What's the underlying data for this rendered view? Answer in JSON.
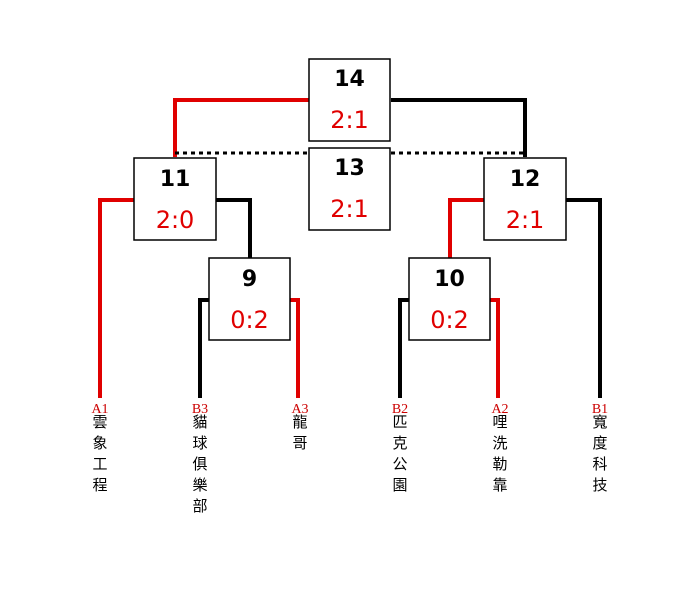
{
  "bracket": {
    "matches": [
      {
        "id": "m14",
        "number": "14",
        "score": "2:1"
      },
      {
        "id": "m13",
        "number": "13",
        "score": "2:1"
      },
      {
        "id": "m11",
        "number": "11",
        "score": "2:0"
      },
      {
        "id": "m12",
        "number": "12",
        "score": "2:1"
      },
      {
        "id": "m9",
        "number": "9",
        "score": "0:2"
      },
      {
        "id": "m10",
        "number": "10",
        "score": "0:2"
      }
    ],
    "teams": [
      {
        "seed": "A1",
        "name": "雲象工程"
      },
      {
        "seed": "B3",
        "name": "貓球俱樂部"
      },
      {
        "seed": "A3",
        "name": "龍哥"
      },
      {
        "seed": "B2",
        "name": "匹克公園"
      },
      {
        "seed": "A2",
        "name": "哩洗勒靠"
      },
      {
        "seed": "B1",
        "name": "寬度科技"
      }
    ]
  },
  "colors": {
    "winner_line": "#e00000",
    "loser_line": "#000000",
    "score_text": "#e00000",
    "seed_text": "#cc0000"
  }
}
